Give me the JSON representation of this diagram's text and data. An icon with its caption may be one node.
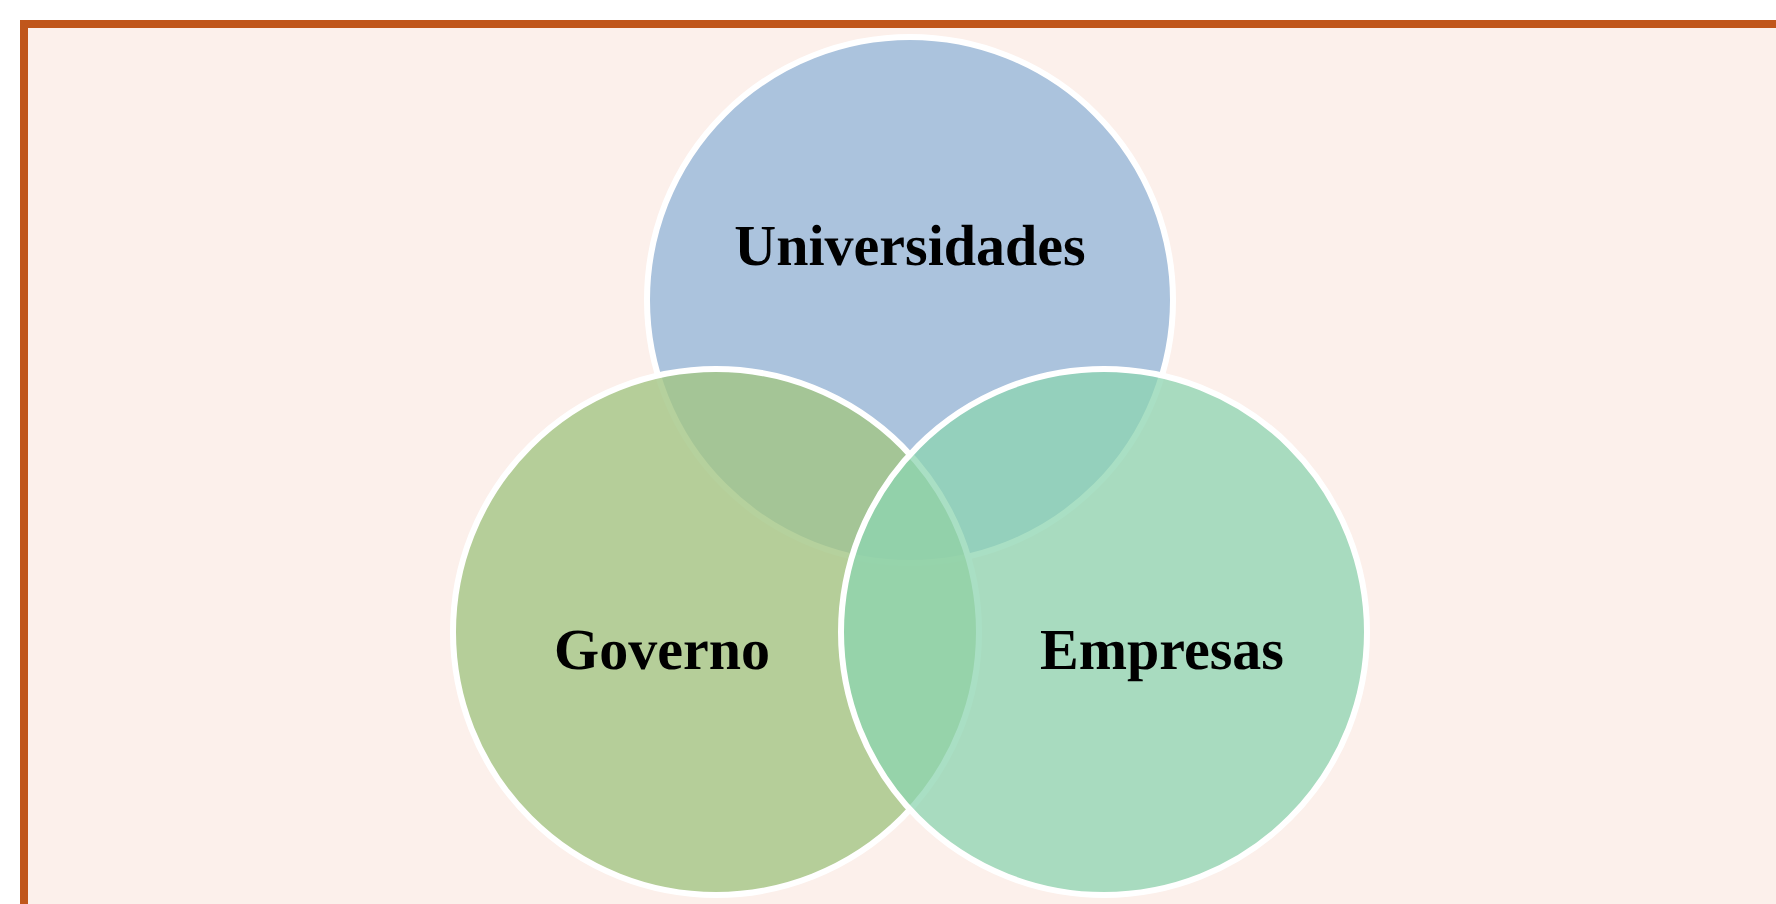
{
  "diagram": {
    "nodes": [
      {
        "text": [
          "Universidades"
        ]
      },
      {
        "text": [
          "Governo"
        ]
      },
      {
        "text": [
          "Empresas"
        ]
      }
    ]
  }
}
